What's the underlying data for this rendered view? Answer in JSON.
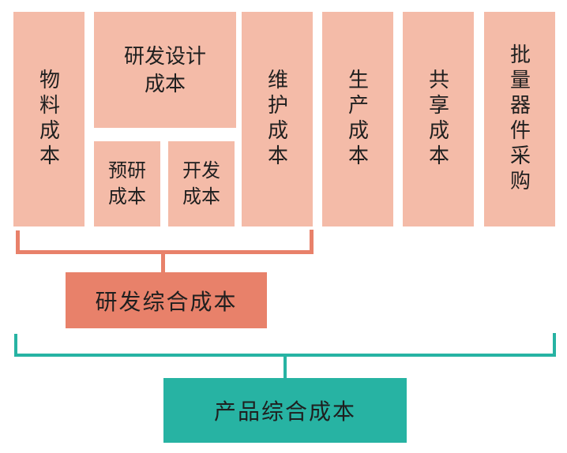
{
  "palette": {
    "background": "#ffffff",
    "column_fill": "#f4bba8",
    "accent_fill": "#e8816a",
    "teal_fill": "#27b3a3",
    "text": "#1f1f1f"
  },
  "columns": [
    {
      "id": "material",
      "label": "物料成本"
    },
    {
      "id": "maintenance",
      "label": "维护成本"
    },
    {
      "id": "production",
      "label": "生产成本"
    },
    {
      "id": "shared",
      "label": "共享成本"
    },
    {
      "id": "bulk-procurement",
      "label": "批量器件采购"
    }
  ],
  "rd_design_group": {
    "main_label_line1": "研发设计",
    "main_label_line2": "成本",
    "sub_left_label_line1": "预研",
    "sub_left_label_line2": "成本",
    "sub_right_label_line1": "开发",
    "sub_right_label_line2": "成本"
  },
  "rd_summary": {
    "label": "研发综合成本"
  },
  "product_summary": {
    "label": "产品综合成本"
  }
}
